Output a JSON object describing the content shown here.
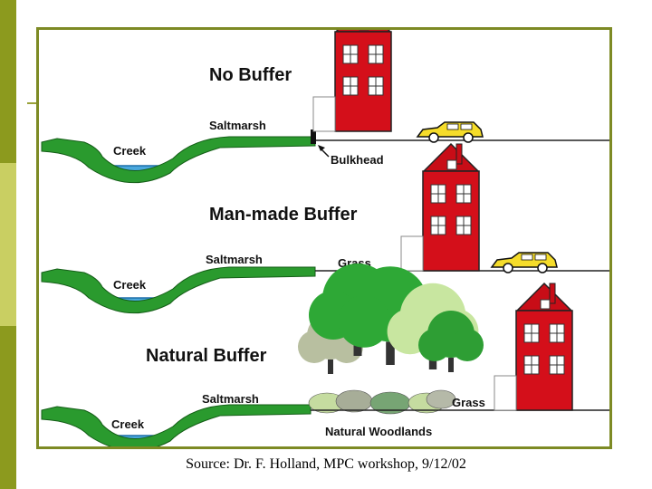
{
  "sections": [
    {
      "title": "No Buffer",
      "labels": {
        "saltmarsh": "Saltmarsh",
        "creek": "Creek",
        "bulkhead": "Bulkhead"
      }
    },
    {
      "title": "Man-made Buffer",
      "labels": {
        "saltmarsh": "Saltmarsh",
        "creek": "Creek",
        "grass": "Grass"
      }
    },
    {
      "title": "Natural Buffer",
      "labels": {
        "saltmarsh": "Saltmarsh",
        "creek": "Creek",
        "grass": "Grass",
        "woodlands": "Natural Woodlands"
      }
    }
  ],
  "caption": "Source: Dr. F. Holland, MPC workshop, 9/12/02",
  "colors": {
    "frame": "#7d8a24",
    "sidebar_dark": "#8c9a1e",
    "sidebar_light": "#c9cf62",
    "marsh": "#2a9a2e",
    "water": "#4aa8de",
    "house": "#d40f1a",
    "car": "#f5dc2a"
  }
}
